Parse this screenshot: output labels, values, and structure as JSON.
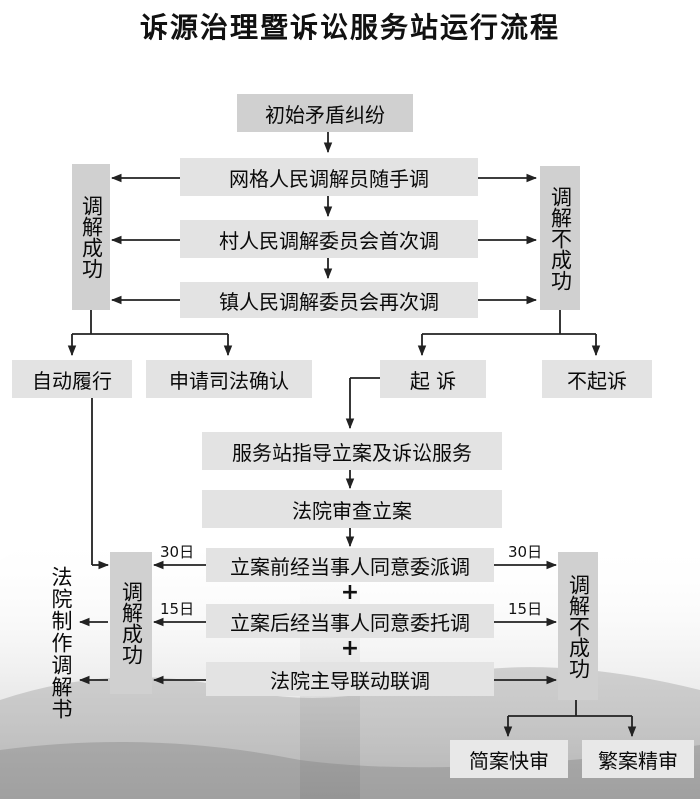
{
  "title": "诉源治理暨诉讼服务站运行流程",
  "flow": {
    "start": "初始矛盾纠纷",
    "step_grid": "网格人民调解员随手调",
    "step_village": "村人民调解委员会首次调",
    "step_town": "镇人民调解委员会再次调",
    "success_top": "调解成功",
    "fail_top": "调解不成功",
    "auto_perform": "自动履行",
    "judicial_confirm": "申请司法确认",
    "sue": "起 诉",
    "no_sue": "不起诉",
    "station_guide": "服务站指导立案及诉讼服务",
    "court_review": "法院审查立案",
    "pre_filing": "立案前经当事人同意委派调",
    "post_filing": "立案后经当事人同意委托调",
    "court_led": "法院主导联动联调",
    "plus_sign": "+",
    "success_bottom": "调解成功",
    "fail_bottom": "调解不成功",
    "court_document": "法院制作调解书",
    "simple_case": "简案快审",
    "complex_case": "繁案精审",
    "days_30_left": "30日",
    "days_30_right": "30日",
    "days_15_left": "15日",
    "days_15_right": "15日"
  },
  "colors": {
    "box": "#d0d0d0",
    "line": "#222222"
  }
}
